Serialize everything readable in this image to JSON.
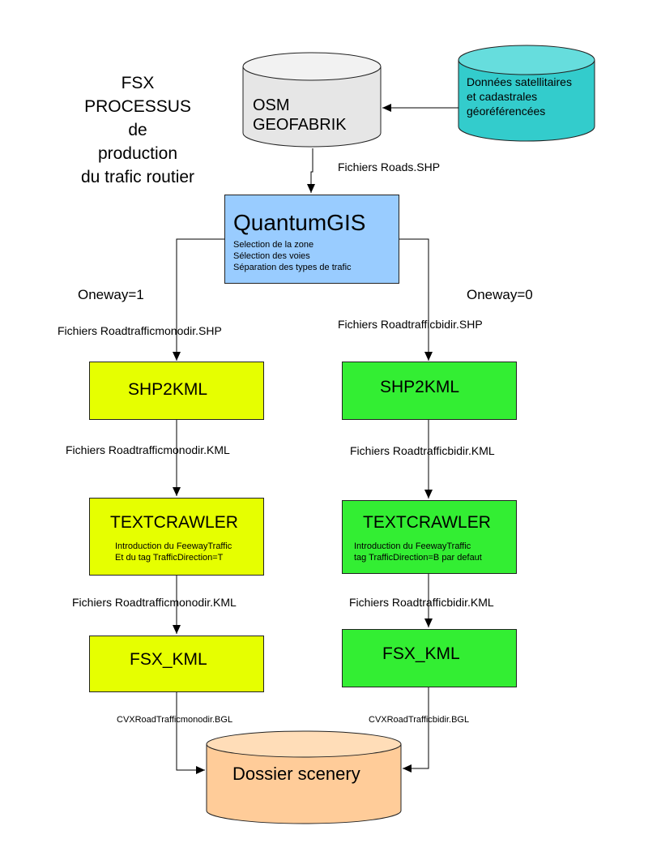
{
  "title": [
    "FSX",
    "PROCESSUS",
    "de",
    "production",
    "du trafic routier"
  ],
  "osm": [
    "OSM",
    "GEOFABRIK"
  ],
  "satellite": [
    "Données satellitaires",
    "et cadastrales",
    "géoréférencées"
  ],
  "roads_shp": "Fichiers Roads.SHP",
  "qgis": {
    "title": "QuantumGIS",
    "lines": [
      "Selection de la zone",
      "Sélection des voies",
      "Séparation des types de trafic"
    ]
  },
  "left": {
    "oneway": "Oneway=1",
    "shp_file": "Fichiers Roadtrafficmonodir.SHP",
    "shp2kml": "SHP2KML",
    "kml_file": "Fichiers Roadtrafficmonodir.KML",
    "textcrawler": "TEXTCRAWLER",
    "tc_lines": [
      "Introduction du FeewayTraffic",
      "Et du tag TrafficDirection=T"
    ],
    "kml_file2": "Fichiers Roadtrafficmonodir.KML",
    "fsx_kml": "FSX_KML",
    "bgl": "CVXRoadTrafficmonodir.BGL"
  },
  "right": {
    "oneway": "Oneway=0",
    "shp_file": "Fichiers Roadtrafficbidir.SHP",
    "shp2kml": "SHP2KML",
    "kml_file": "Fichiers Roadtrafficbidir.KML",
    "textcrawler": "TEXTCRAWLER",
    "tc_lines": [
      "Introduction du FeewayTraffic",
      "tag TrafficDirection=B par defaut"
    ],
    "kml_file2": "Fichiers Roadtrafficbidir.KML",
    "fsx_kml": "FSX_KML",
    "bgl": "CVXRoadTrafficbidir.BGL"
  },
  "scenery": "Dossier scenery",
  "colors": {
    "osm": "#e6e6e6",
    "satellite": "#33cccc",
    "qgis": "#99ccff",
    "mono": "#e6ff00",
    "bidir": "#33ee33",
    "scenery": "#ffcc99"
  }
}
